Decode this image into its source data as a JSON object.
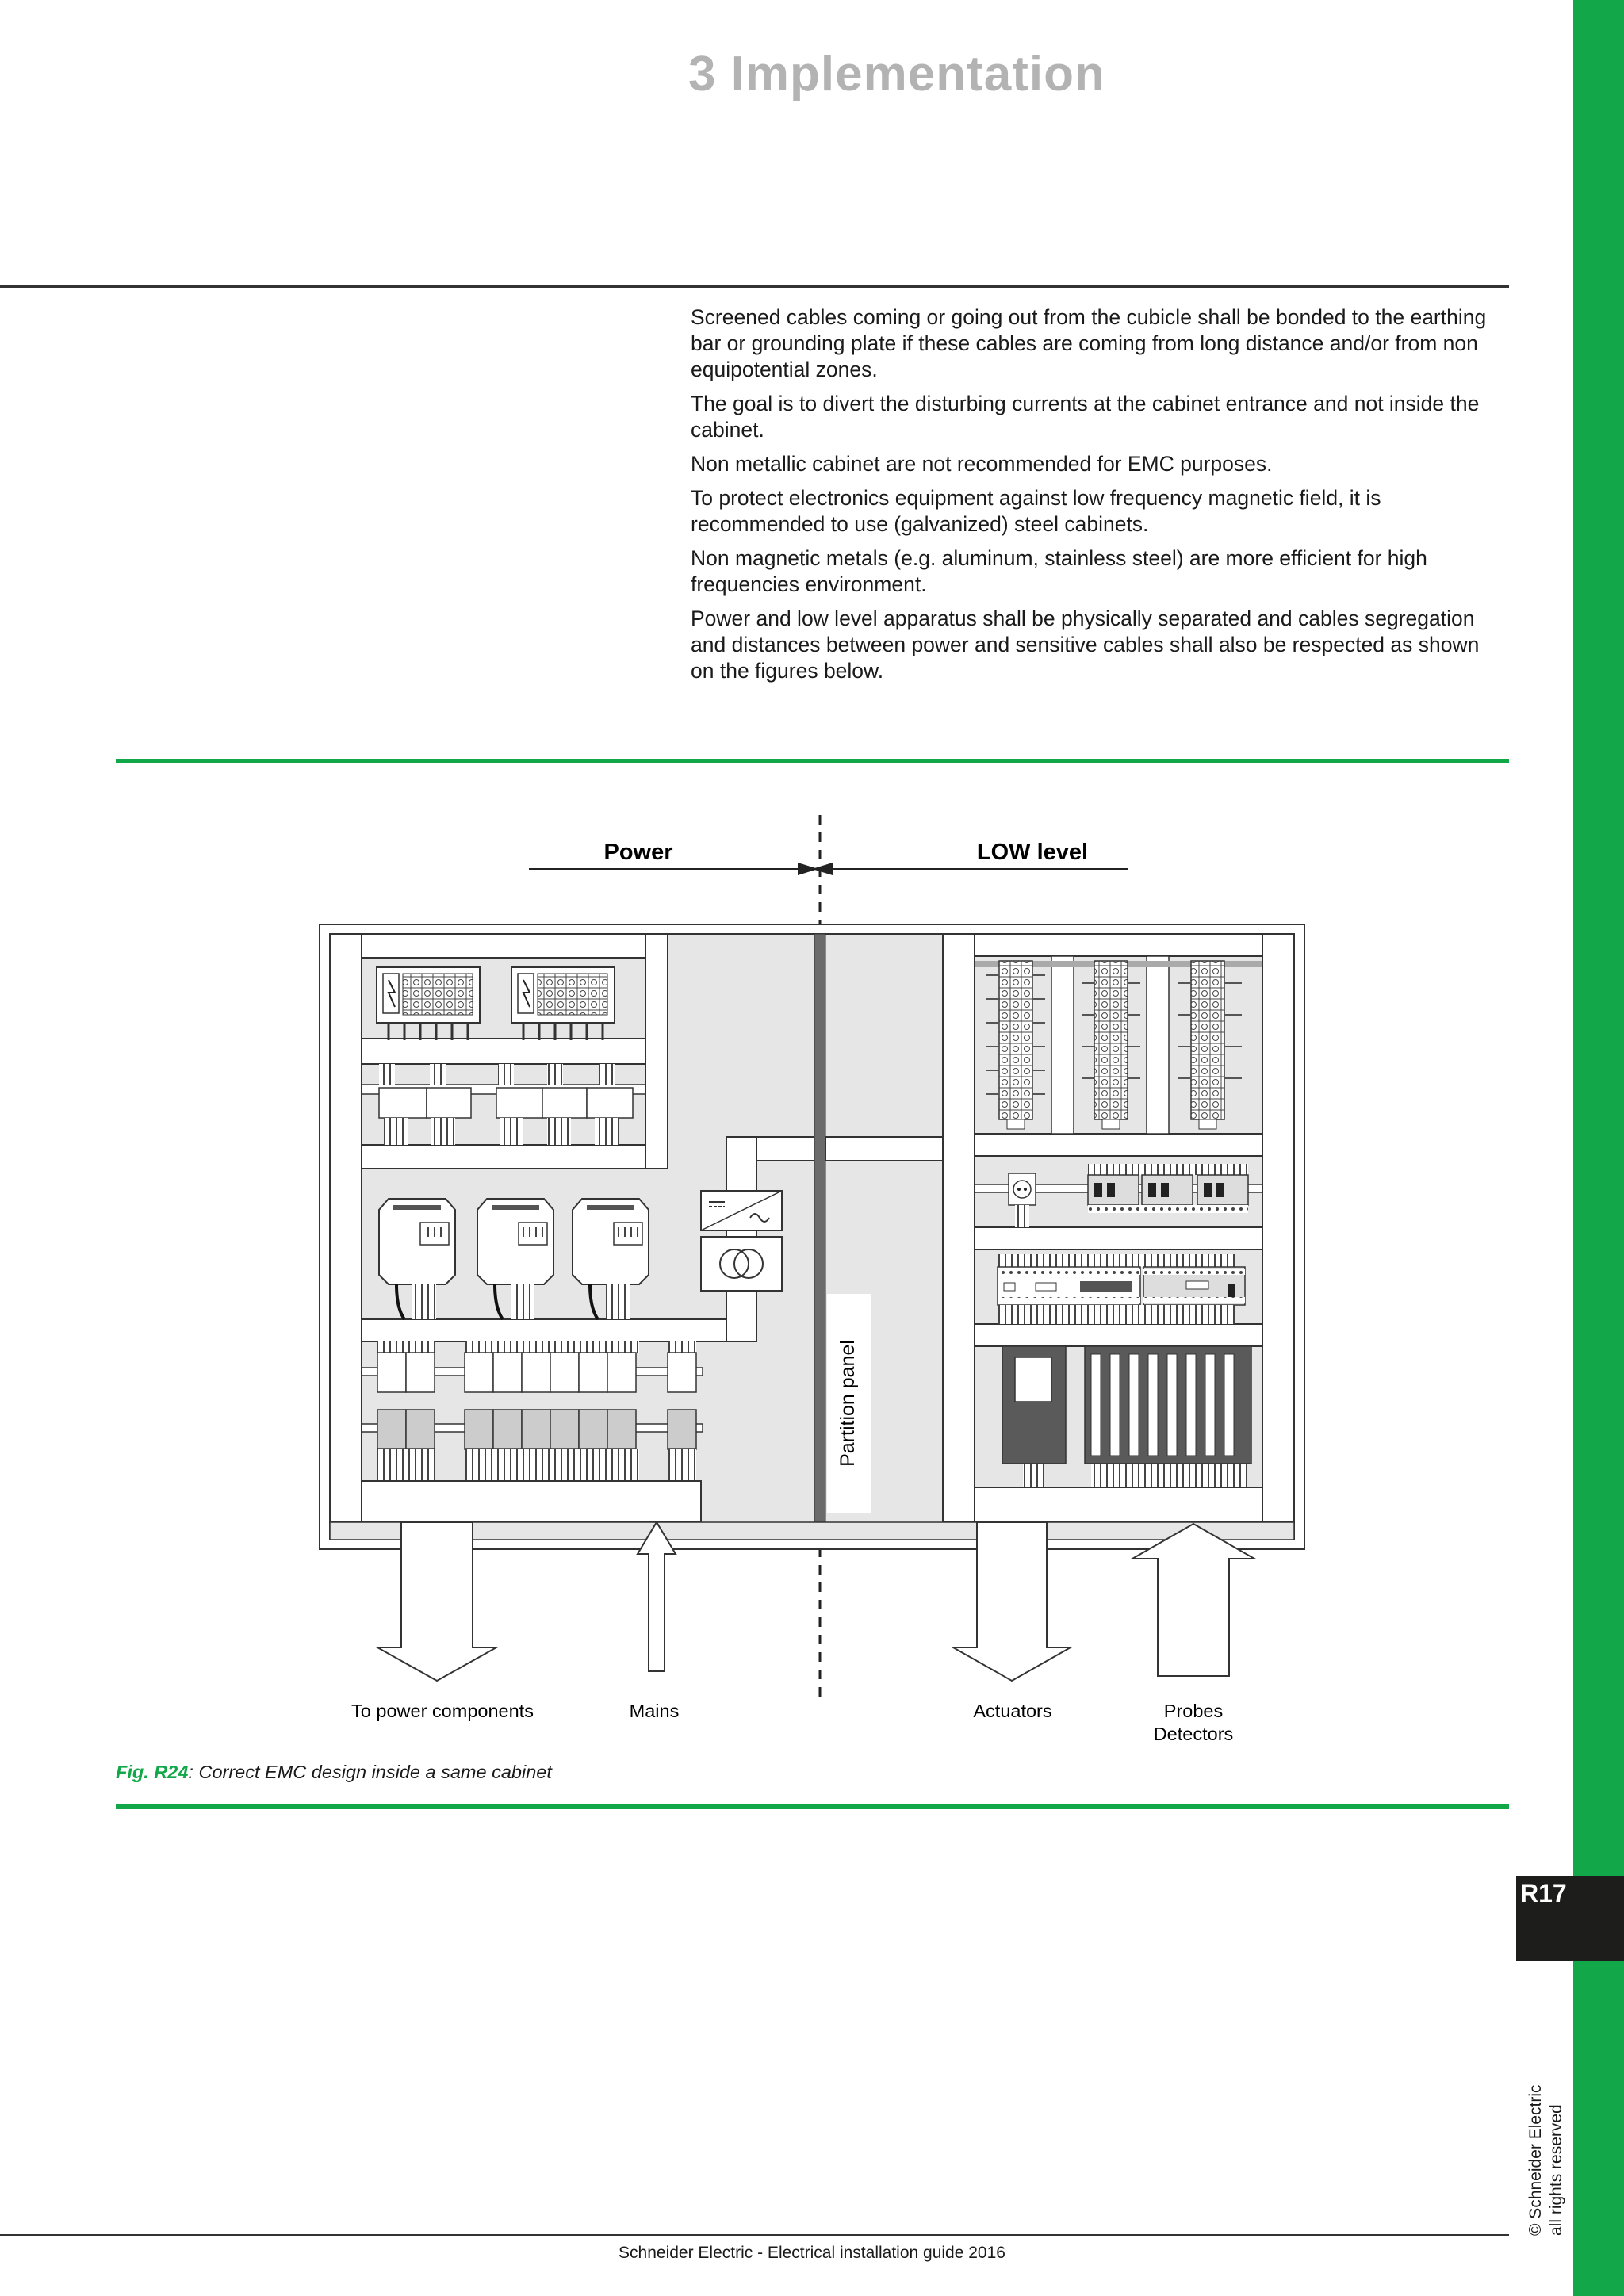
{
  "chapter": {
    "title": "3  Implementation"
  },
  "body": {
    "paragraphs": [
      "Screened cables coming or going out from the cubicle shall be bonded to the earthing bar or grounding plate if these cables are coming from long distance and/or from non equipotential zones.",
      "The goal is to divert the disturbing currents at the cabinet entrance and not inside the cabinet.",
      "Non metallic cabinet are not recommended for EMC purposes.",
      "To protect electronics equipment against low frequency magnetic field, it is recommended to use (galvanized) steel cabinets.",
      "Non magnetic metals (e.g. aluminum, stainless steel) are more efficient for high frequencies environment.",
      "Power and low level apparatus shall be physically separated and cables segregation and distances between power and sensitive cables shall also be respected as shown on the figures below."
    ]
  },
  "figure": {
    "label_power": "Power",
    "label_low_level": "LOW level",
    "partition_label": "Partition panel",
    "arrow_labels": {
      "to_power_components": "To power components",
      "mains": "Mains",
      "actuators": "Actuators",
      "probes": "Probes",
      "detectors": "Detectors"
    },
    "caption_ref": "Fig. R24",
    "caption_text": ": Correct EMC design inside a same cabinet"
  },
  "sidebar": {
    "page_tab": "R17",
    "copyright_line1": "© Schneider Electric",
    "copyright_line2": "all rights reserved",
    "accent_color": "#12a84a"
  },
  "footer": {
    "text": "Schneider Electric - Electrical installation guide 2016"
  }
}
